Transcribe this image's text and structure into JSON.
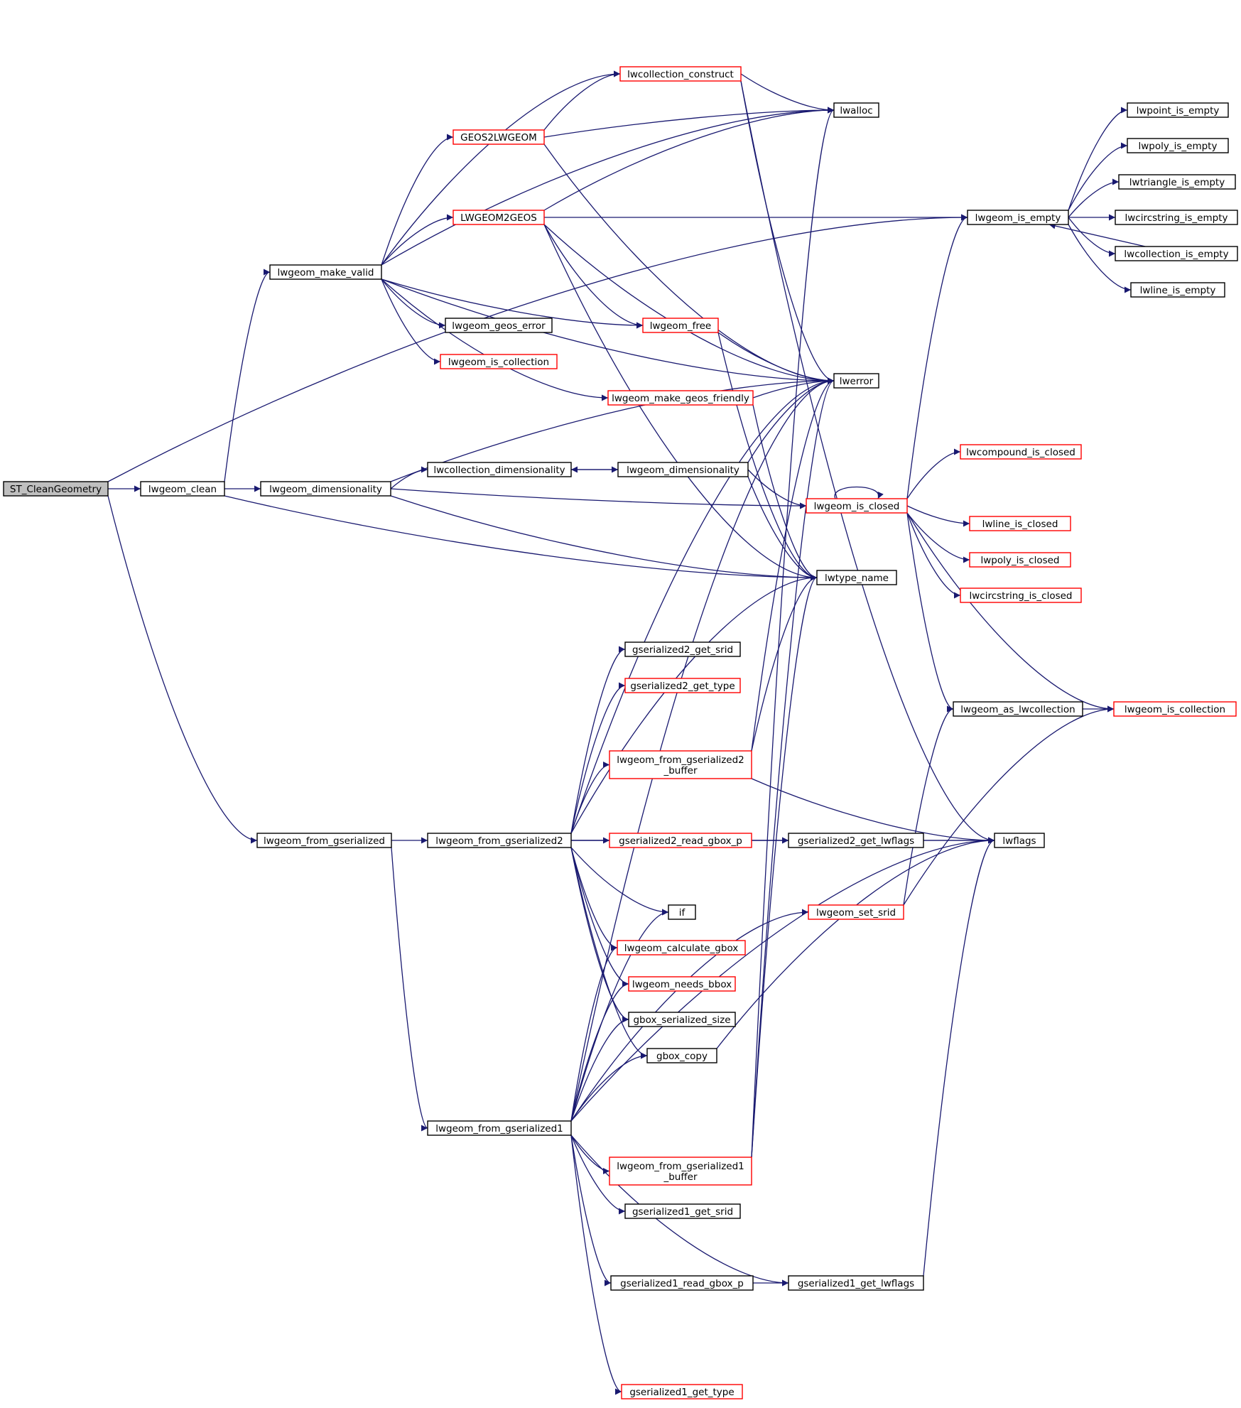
{
  "diagram": {
    "type": "call-graph",
    "colors": {
      "edge": "#191970",
      "node_border": "#000000",
      "node_border_incomplete": "#ff0000",
      "root_fill": "#bfbfbf",
      "node_fill": "#ffffff"
    },
    "nodes": [
      {
        "id": "st_cleangeometry",
        "lines": [
          "ST_CleanGeometry"
        ],
        "style": "root"
      },
      {
        "id": "lwgeom_clean",
        "lines": [
          "lwgeom_clean"
        ],
        "style": "black"
      },
      {
        "id": "lwgeom_from_gserialized",
        "lines": [
          "lwgeom_from_gserialized"
        ],
        "style": "black"
      },
      {
        "id": "lwgeom_make_valid",
        "lines": [
          "lwgeom_make_valid"
        ],
        "style": "black"
      },
      {
        "id": "lwgeom_dimensionality_a",
        "lines": [
          "lwgeom_dimensionality"
        ],
        "style": "black"
      },
      {
        "id": "lwcollection_construct",
        "lines": [
          "lwcollection_construct"
        ],
        "style": "red"
      },
      {
        "id": "geos2lwgeom",
        "lines": [
          "GEOS2LWGEOM"
        ],
        "style": "red"
      },
      {
        "id": "lwgeom2geos",
        "lines": [
          "LWGEOM2GEOS"
        ],
        "style": "red"
      },
      {
        "id": "lwgeom_geos_error",
        "lines": [
          "lwgeom_geos_error"
        ],
        "style": "black"
      },
      {
        "id": "lwgeom_is_collection_a",
        "lines": [
          "lwgeom_is_collection"
        ],
        "style": "red"
      },
      {
        "id": "lwcollection_dimensionality",
        "lines": [
          "lwcollection_dimensionality"
        ],
        "style": "black"
      },
      {
        "id": "lwgeom_from_gserialized2",
        "lines": [
          "lwgeom_from_gserialized2"
        ],
        "style": "black"
      },
      {
        "id": "lwgeom_from_gserialized1",
        "lines": [
          "lwgeom_from_gserialized1"
        ],
        "style": "black"
      },
      {
        "id": "lwgeom_free",
        "lines": [
          "lwgeom_free"
        ],
        "style": "red"
      },
      {
        "id": "lwgeom_make_geos_friendly",
        "lines": [
          "lwgeom_make_geos_friendly"
        ],
        "style": "red"
      },
      {
        "id": "lwgeom_dimensionality_b",
        "lines": [
          "lwgeom_dimensionality"
        ],
        "style": "black"
      },
      {
        "id": "gserialized2_get_srid",
        "lines": [
          "gserialized2_get_srid"
        ],
        "style": "black"
      },
      {
        "id": "gserialized2_get_type",
        "lines": [
          "gserialized2_get_type"
        ],
        "style": "red"
      },
      {
        "id": "lwgeom_from_gserialized2_buffer",
        "lines": [
          "lwgeom_from_gserialized2",
          "_buffer"
        ],
        "style": "red"
      },
      {
        "id": "gserialized2_read_gbox_p",
        "lines": [
          "gserialized2_read_gbox_p"
        ],
        "style": "red"
      },
      {
        "id": "if",
        "lines": [
          "if"
        ],
        "style": "black"
      },
      {
        "id": "lwgeom_calculate_gbox",
        "lines": [
          "lwgeom_calculate_gbox"
        ],
        "style": "red"
      },
      {
        "id": "lwgeom_needs_bbox",
        "lines": [
          "lwgeom_needs_bbox"
        ],
        "style": "red"
      },
      {
        "id": "gbox_serialized_size",
        "lines": [
          "gbox_serialized_size"
        ],
        "style": "black"
      },
      {
        "id": "gbox_copy",
        "lines": [
          "gbox_copy"
        ],
        "style": "black"
      },
      {
        "id": "lwgeom_from_gserialized1_buffer",
        "lines": [
          "lwgeom_from_gserialized1",
          "_buffer"
        ],
        "style": "red"
      },
      {
        "id": "gserialized1_get_srid",
        "lines": [
          "gserialized1_get_srid"
        ],
        "style": "black"
      },
      {
        "id": "gserialized1_read_gbox_p",
        "lines": [
          "gserialized1_read_gbox_p"
        ],
        "style": "black"
      },
      {
        "id": "gserialized1_get_type",
        "lines": [
          "gserialized1_get_type"
        ],
        "style": "red"
      },
      {
        "id": "lwalloc",
        "lines": [
          "lwalloc"
        ],
        "style": "black"
      },
      {
        "id": "lwerror",
        "lines": [
          "lwerror"
        ],
        "style": "black"
      },
      {
        "id": "lwtype_name",
        "lines": [
          "lwtype_name"
        ],
        "style": "black"
      },
      {
        "id": "lwgeom_is_closed",
        "lines": [
          "lwgeom_is_closed"
        ],
        "style": "red"
      },
      {
        "id": "gserialized2_get_lwflags",
        "lines": [
          "gserialized2_get_lwflags"
        ],
        "style": "black"
      },
      {
        "id": "lwgeom_set_srid",
        "lines": [
          "lwgeom_set_srid"
        ],
        "style": "red"
      },
      {
        "id": "gserialized1_get_lwflags",
        "lines": [
          "gserialized1_get_lwflags"
        ],
        "style": "black"
      },
      {
        "id": "lwgeom_is_empty",
        "lines": [
          "lwgeom_is_empty"
        ],
        "style": "black"
      },
      {
        "id": "lwgeom_as_lwcollection",
        "lines": [
          "lwgeom_as_lwcollection"
        ],
        "style": "black"
      },
      {
        "id": "lwflags",
        "lines": [
          "lwflags"
        ],
        "style": "black"
      },
      {
        "id": "lwcompound_is_closed",
        "lines": [
          "lwcompound_is_closed"
        ],
        "style": "red"
      },
      {
        "id": "lwline_is_closed",
        "lines": [
          "lwline_is_closed"
        ],
        "style": "red"
      },
      {
        "id": "lwpoly_is_closed",
        "lines": [
          "lwpoly_is_closed"
        ],
        "style": "red"
      },
      {
        "id": "lwcircstring_is_closed",
        "lines": [
          "lwcircstring_is_closed"
        ],
        "style": "red"
      },
      {
        "id": "lwpoint_is_empty",
        "lines": [
          "lwpoint_is_empty"
        ],
        "style": "black"
      },
      {
        "id": "lwpoly_is_empty",
        "lines": [
          "lwpoly_is_empty"
        ],
        "style": "black"
      },
      {
        "id": "lwtriangle_is_empty",
        "lines": [
          "lwtriangle_is_empty"
        ],
        "style": "black"
      },
      {
        "id": "lwcircstring_is_empty",
        "lines": [
          "lwcircstring_is_empty"
        ],
        "style": "black"
      },
      {
        "id": "lwcollection_is_empty",
        "lines": [
          "lwcollection_is_empty"
        ],
        "style": "black"
      },
      {
        "id": "lwline_is_empty",
        "lines": [
          "lwline_is_empty"
        ],
        "style": "black"
      },
      {
        "id": "lwgeom_is_collection_b",
        "lines": [
          "lwgeom_is_collection"
        ],
        "style": "red"
      }
    ],
    "edges": [
      [
        "st_cleangeometry",
        "lwgeom_clean"
      ],
      [
        "st_cleangeometry",
        "lwgeom_from_gserialized"
      ],
      [
        "st_cleangeometry",
        "lwgeom_is_empty"
      ],
      [
        "lwgeom_clean",
        "lwgeom_make_valid"
      ],
      [
        "lwgeom_clean",
        "lwgeom_dimensionality_a"
      ],
      [
        "lwgeom_clean",
        "lwtype_name"
      ],
      [
        "lwgeom_make_valid",
        "lwcollection_construct"
      ],
      [
        "lwgeom_make_valid",
        "geos2lwgeom"
      ],
      [
        "lwgeom_make_valid",
        "lwgeom2geos"
      ],
      [
        "lwgeom_make_valid",
        "lwgeom_geos_error"
      ],
      [
        "lwgeom_make_valid",
        "lwgeom_is_collection_a"
      ],
      [
        "lwgeom_make_valid",
        "lwgeom_free"
      ],
      [
        "lwgeom_make_valid",
        "lwgeom_make_geos_friendly"
      ],
      [
        "lwgeom_make_valid",
        "lwalloc"
      ],
      [
        "lwgeom_make_valid",
        "lwerror"
      ],
      [
        "lwgeom_dimensionality_a",
        "lwcollection_dimensionality"
      ],
      [
        "lwgeom_dimensionality_a",
        "lwgeom_is_closed"
      ],
      [
        "lwgeom_dimensionality_a",
        "lwerror"
      ],
      [
        "lwgeom_dimensionality_a",
        "lwtype_name"
      ],
      [
        "lwcollection_construct",
        "lwalloc"
      ],
      [
        "lwcollection_construct",
        "lwerror"
      ],
      [
        "lwcollection_construct",
        "lwflags"
      ],
      [
        "geos2lwgeom",
        "lwcollection_construct"
      ],
      [
        "geos2lwgeom",
        "lwalloc"
      ],
      [
        "geos2lwgeom",
        "lwerror"
      ],
      [
        "lwgeom2geos",
        "lwalloc"
      ],
      [
        "lwgeom2geos",
        "lwgeom_is_empty"
      ],
      [
        "lwgeom2geos",
        "lwgeom_free"
      ],
      [
        "lwgeom2geos",
        "lwerror"
      ],
      [
        "lwgeom2geos",
        "lwtype_name"
      ],
      [
        "lwgeom_free",
        "lwerror"
      ],
      [
        "lwgeom_free",
        "lwtype_name"
      ],
      [
        "lwgeom_make_geos_friendly",
        "lwerror"
      ],
      [
        "lwgeom_make_geos_friendly",
        "lwtype_name"
      ],
      [
        "lwcollection_dimensionality",
        "lwgeom_dimensionality_b"
      ],
      [
        "lwgeom_dimensionality_b",
        "lwcollection_dimensionality"
      ],
      [
        "lwgeom_dimensionality_b",
        "lwgeom_is_closed"
      ],
      [
        "lwgeom_dimensionality_b",
        "lwerror"
      ],
      [
        "lwgeom_dimensionality_b",
        "lwtype_name"
      ],
      [
        "lwgeom_is_closed",
        "lwgeom_is_closed"
      ],
      [
        "lwgeom_is_closed",
        "lwgeom_is_empty"
      ],
      [
        "lwgeom_is_closed",
        "lwcompound_is_closed"
      ],
      [
        "lwgeom_is_closed",
        "lwline_is_closed"
      ],
      [
        "lwgeom_is_closed",
        "lwpoly_is_closed"
      ],
      [
        "lwgeom_is_closed",
        "lwcircstring_is_closed"
      ],
      [
        "lwgeom_is_closed",
        "lwgeom_as_lwcollection"
      ],
      [
        "lwgeom_is_closed",
        "lwgeom_is_collection_b"
      ],
      [
        "lwgeom_is_empty",
        "lwpoint_is_empty"
      ],
      [
        "lwgeom_is_empty",
        "lwpoly_is_empty"
      ],
      [
        "lwgeom_is_empty",
        "lwtriangle_is_empty"
      ],
      [
        "lwgeom_is_empty",
        "lwcircstring_is_empty"
      ],
      [
        "lwgeom_is_empty",
        "lwcollection_is_empty"
      ],
      [
        "lwgeom_is_empty",
        "lwline_is_empty"
      ],
      [
        "lwcollection_is_empty",
        "lwgeom_is_empty"
      ],
      [
        "lwgeom_as_lwcollection",
        "lwgeom_is_collection_b"
      ],
      [
        "lwgeom_from_gserialized",
        "lwgeom_from_gserialized2"
      ],
      [
        "lwgeom_from_gserialized",
        "lwgeom_from_gserialized1"
      ],
      [
        "lwgeom_from_gserialized2",
        "gserialized2_get_srid"
      ],
      [
        "lwgeom_from_gserialized2",
        "gserialized2_get_type"
      ],
      [
        "lwgeom_from_gserialized2",
        "lwgeom_from_gserialized2_buffer"
      ],
      [
        "lwgeom_from_gserialized2",
        "gserialized2_read_gbox_p"
      ],
      [
        "lwgeom_from_gserialized2",
        "gserialized2_get_lwflags"
      ],
      [
        "lwgeom_from_gserialized2",
        "lwflags"
      ],
      [
        "lwgeom_from_gserialized2",
        "if"
      ],
      [
        "lwgeom_from_gserialized2",
        "lwgeom_calculate_gbox"
      ],
      [
        "lwgeom_from_gserialized2",
        "lwgeom_needs_bbox"
      ],
      [
        "lwgeom_from_gserialized2",
        "gbox_serialized_size"
      ],
      [
        "lwgeom_from_gserialized2",
        "gbox_copy"
      ],
      [
        "lwgeom_from_gserialized2",
        "lwerror"
      ],
      [
        "lwgeom_from_gserialized2",
        "lwtype_name"
      ],
      [
        "lwgeom_from_gserialized2_buffer",
        "lwerror"
      ],
      [
        "lwgeom_from_gserialized2_buffer",
        "lwtype_name"
      ],
      [
        "lwgeom_from_gserialized2_buffer",
        "lwflags"
      ],
      [
        "gserialized2_read_gbox_p",
        "gserialized2_get_lwflags"
      ],
      [
        "gserialized2_get_lwflags",
        "lwflags"
      ],
      [
        "gbox_copy",
        "lwflags"
      ],
      [
        "lwgeom_set_srid",
        "lwgeom_as_lwcollection"
      ],
      [
        "lwgeom_set_srid",
        "lwgeom_is_collection_b"
      ],
      [
        "lwgeom_from_gserialized1",
        "if"
      ],
      [
        "lwgeom_from_gserialized1",
        "lwgeom_calculate_gbox"
      ],
      [
        "lwgeom_from_gserialized1",
        "lwgeom_needs_bbox"
      ],
      [
        "lwgeom_from_gserialized1",
        "gbox_serialized_size"
      ],
      [
        "lwgeom_from_gserialized1",
        "gbox_copy"
      ],
      [
        "lwgeom_from_gserialized1",
        "lwgeom_from_gserialized1_buffer"
      ],
      [
        "lwgeom_from_gserialized1",
        "gserialized1_get_srid"
      ],
      [
        "lwgeom_from_gserialized1",
        "gserialized1_read_gbox_p"
      ],
      [
        "lwgeom_from_gserialized1",
        "gserialized1_get_lwflags"
      ],
      [
        "lwgeom_from_gserialized1",
        "gserialized1_get_type"
      ],
      [
        "lwgeom_from_gserialized1",
        "lwgeom_set_srid"
      ],
      [
        "lwgeom_from_gserialized1",
        "lwflags"
      ],
      [
        "lwgeom_from_gserialized1",
        "lwerror"
      ],
      [
        "lwgeom_from_gserialized1_buffer",
        "lwerror"
      ],
      [
        "lwgeom_from_gserialized1_buffer",
        "lwtype_name"
      ],
      [
        "lwgeom_from_gserialized1_buffer",
        "lwalloc"
      ],
      [
        "gserialized1_read_gbox_p",
        "gserialized1_get_lwflags"
      ],
      [
        "gserialized1_get_lwflags",
        "lwflags"
      ]
    ]
  }
}
